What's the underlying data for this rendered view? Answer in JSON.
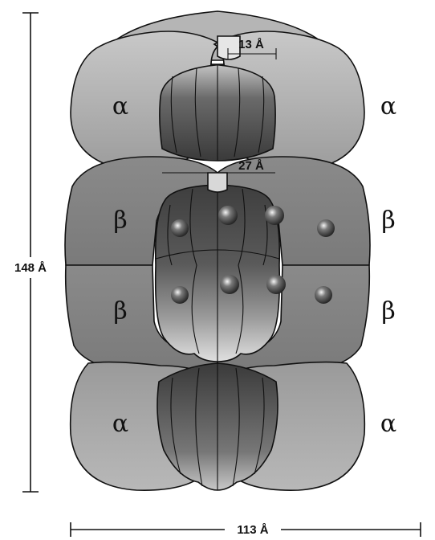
{
  "labels": {
    "alpha": "α",
    "beta": "β",
    "pore_top": "13 Å",
    "pore_mid": "27 Å",
    "height": "148 Å",
    "width": "113 Å"
  },
  "colors": {
    "alpha_subunit": "#a9a9a9",
    "beta_subunit": "#858585",
    "chamber_dark": "#3a3a3a",
    "chamber_light": "#d0d0d0",
    "active_site": "#4d4d4d"
  },
  "active_sites": {
    "count": 8,
    "description_visible": false
  }
}
